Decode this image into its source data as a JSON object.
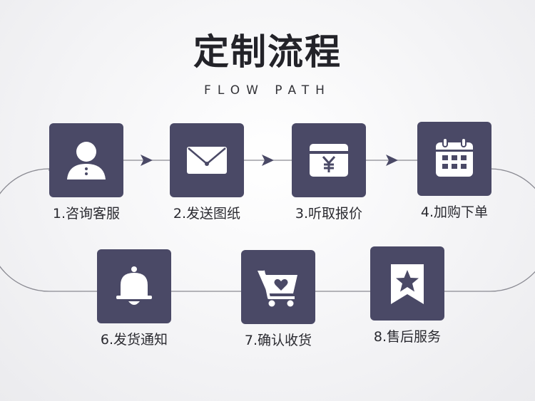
{
  "header": {
    "title": "定制流程",
    "subtitle": "FLOW PATH"
  },
  "colors": {
    "tile": "#4a4966",
    "track": "#8a8a92",
    "arrow": "#4a4966",
    "icon": "#ffffff"
  },
  "steps": [
    {
      "label": "1.咨询客服",
      "icon": "user-icon"
    },
    {
      "label": "2.发送图纸",
      "icon": "envelope-icon"
    },
    {
      "label": "3.听取报价",
      "icon": "yen-card-icon"
    },
    {
      "label": "4.加购下单",
      "icon": "calendar-icon"
    },
    {
      "label": "6.发货通知",
      "icon": "bell-icon"
    },
    {
      "label": "7.确认收货",
      "icon": "cart-heart-icon"
    },
    {
      "label": "8.售后服务",
      "icon": "star-bookmark-icon"
    }
  ]
}
